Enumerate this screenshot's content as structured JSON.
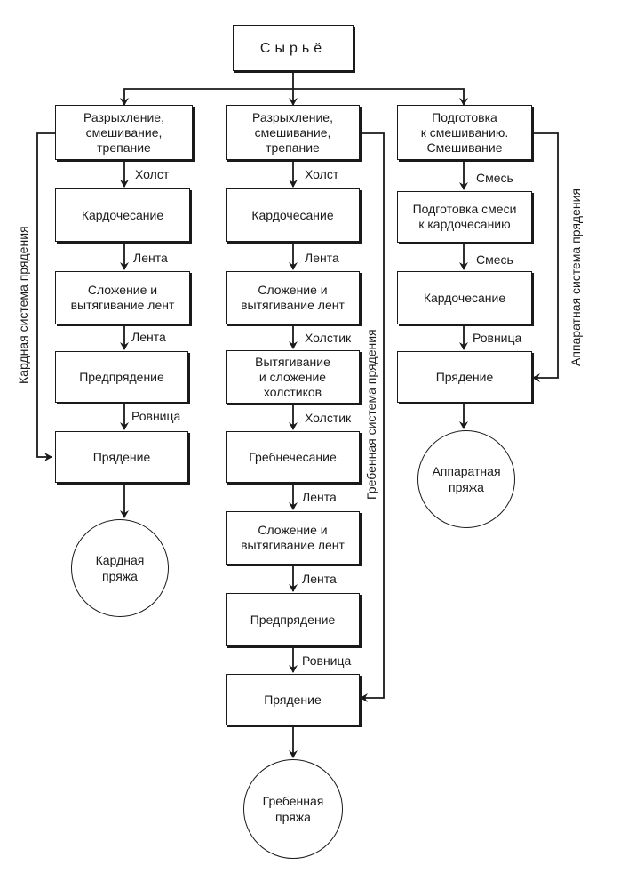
{
  "diagram": {
    "raw_material": "Сырьё",
    "card": {
      "system_label": "Кардная система прядения",
      "steps": [
        "Разрыхление,\nсмешивание,\nтрепание",
        "Кардочесание",
        "Сложение и\nвытягивание лент",
        "Предпрядение",
        "Прядение"
      ],
      "links": [
        "Холст",
        "Лента",
        "Лента",
        "Ровница"
      ],
      "product": "Кардная\nпряжа"
    },
    "comb": {
      "system_label": "Гребенная система прядения",
      "steps": [
        "Разрыхление,\nсмешивание,\nтрепание",
        "Кардочесание",
        "Сложение и\nвытягивание лент",
        "Вытягивание\nи сложение\nхолстиков",
        "Гребнечесание",
        "Сложение и\nвытягивание лент",
        "Предпрядение",
        "Прядение"
      ],
      "links": [
        "Холст",
        "Лента",
        "Холстик",
        "Холстик",
        "Лента",
        "Лента",
        "Ровница"
      ],
      "product": "Гребенная\nпряжа"
    },
    "apparatus": {
      "system_label": "Аппаратная система прядения",
      "steps": [
        "Подготовка\nк смешиванию.\nСмешивание",
        "Подготовка смеси\nк кардочесанию",
        "Кардочесание",
        "Прядение"
      ],
      "links": [
        "Смесь",
        "Смесь",
        "Ровница"
      ],
      "product": "Аппаратная\nпряжа"
    }
  }
}
